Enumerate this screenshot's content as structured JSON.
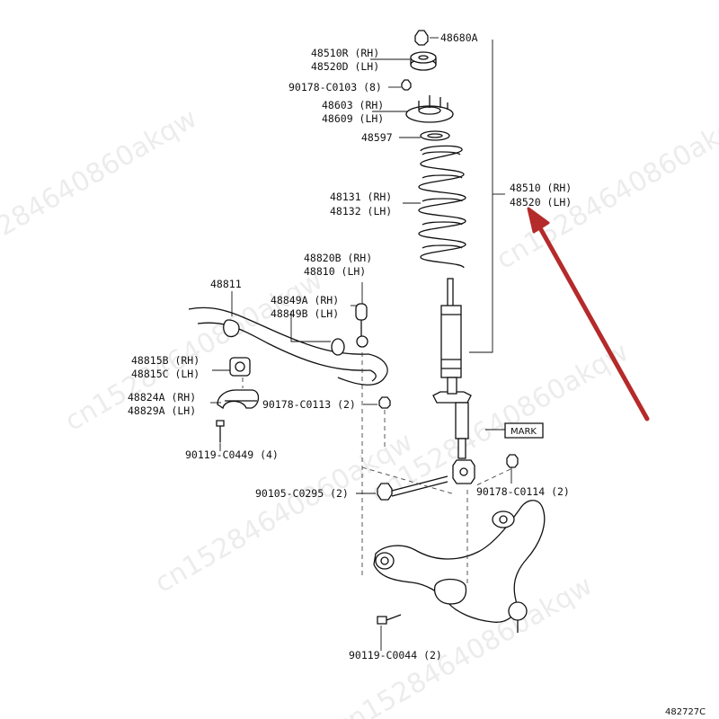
{
  "labels": {
    "p48680a": "48680A",
    "p48510r_rh": "48510R (RH)",
    "p48520d_lh": "48520D (LH)",
    "p90178_c0103": "90178-C0103 (8)",
    "p48603_rh": "48603 (RH)",
    "p48609_lh": "48609 (LH)",
    "p48597": "48597",
    "p48510_rh": "48510 (RH)",
    "p48520_lh": "48520 (LH)",
    "p48131_rh": "48131 (RH)",
    "p48132_lh": "48132 (LH)",
    "p48820b_rh": "48820B (RH)",
    "p48810_lh": "48810 (LH)",
    "p48811": "48811",
    "p48849a_rh": "48849A (RH)",
    "p48849b_lh": "48849B (LH)",
    "p48815b_rh": "48815B (RH)",
    "p48815c_lh": "48815C (LH)",
    "p48824a_rh": "48824A (RH)",
    "p48829a_lh": "48829A (LH)",
    "p90178_c0113": "90178-C0113 (2)",
    "p90119_c0449": "90119-C0449 (4)",
    "mark": "MARK",
    "p90105_c0295": "90105-C0295 (2)",
    "p90178_c0114": "90178-C0114 (2)",
    "p90119_c0044": "90119-C0044 (2)",
    "figure_code": "482727C"
  },
  "watermark_text": "cn15284640860akqw",
  "colors": {
    "ink": "#111111",
    "arrow": "#b52a2a",
    "paper": "#ffffff"
  }
}
